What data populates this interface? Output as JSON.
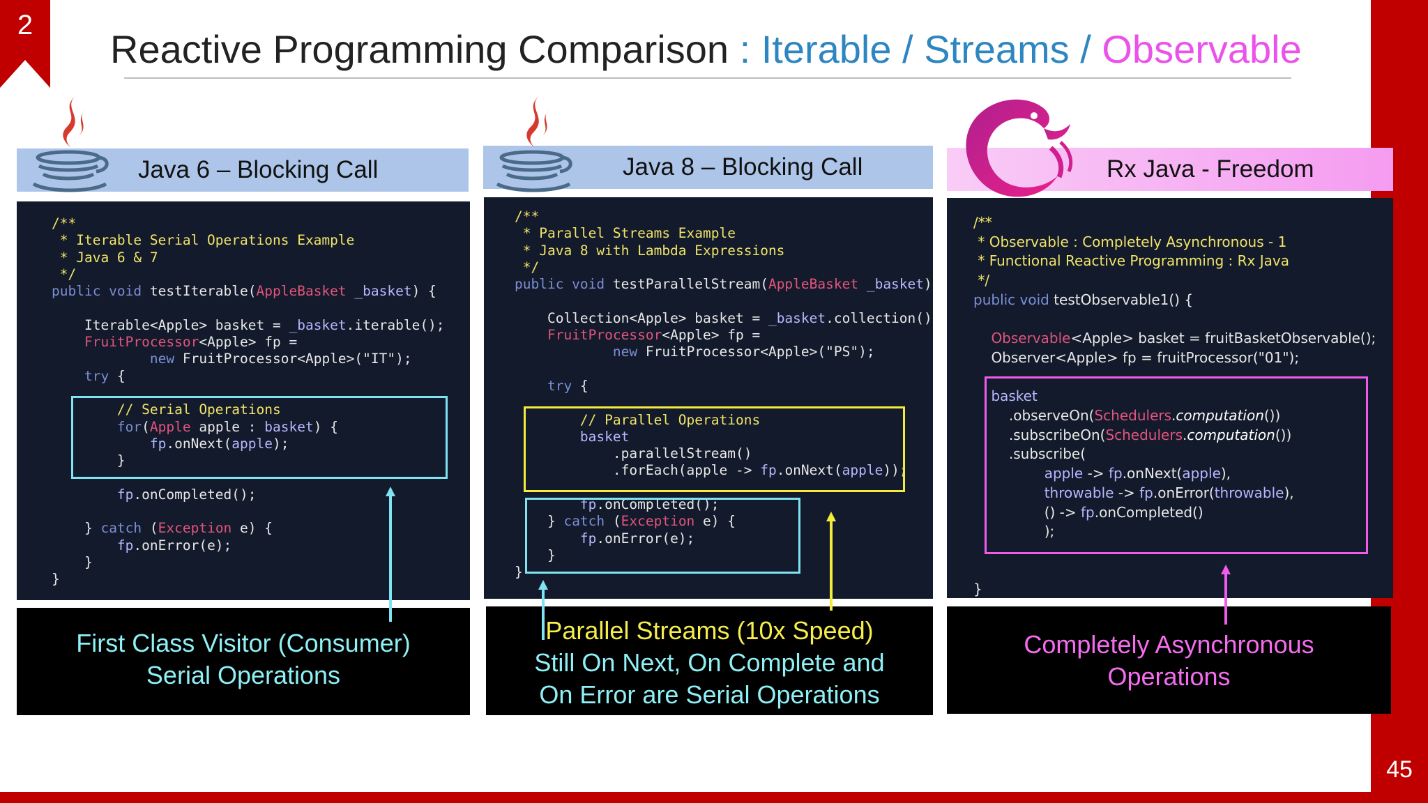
{
  "slide": {
    "section_number": "2",
    "page_number": "45"
  },
  "title": {
    "main": "Reactive Programming Comparison",
    "sep1": " : ",
    "iterable": "Iterable",
    "sep2": " / ",
    "streams": "Streams",
    "sep3": " / ",
    "observable": "Observable"
  },
  "columns": {
    "java6": {
      "header": "Java 6 – Blocking Call",
      "caption": [
        "First Class Visitor (Consumer)",
        "Serial Operations"
      ]
    },
    "java8": {
      "header": "Java 8 – Blocking Call",
      "caption": [
        "Parallel Streams (10x Speed)",
        "Still On Next, On Complete and",
        "On Error are Serial Operations"
      ]
    },
    "rx": {
      "header": "Rx Java - Freedom",
      "caption": [
        "Completely Asynchronous",
        "Operations"
      ]
    }
  },
  "code": {
    "java6": {
      "c1": "/**",
      "c2": " * Iterable Serial Operations Example",
      "c3": " * Java 6 & 7",
      "c4": " */",
      "l5_kw": "public void",
      "l5_fn": " testIterable(",
      "l5_ty": "AppleBasket",
      "l5_var": " _basket",
      "l5_end": ") {",
      "l6": "Iterable<Apple> basket = ",
      "l6_var": "_basket",
      "l6_end": ".iterable();",
      "l7_ty": "FruitProcessor",
      "l7_end": "<Apple> fp =",
      "l8_kw": "new",
      "l8_end": " FruitProcessor<Apple>(\"IT\");",
      "l9_kw": "try",
      "l9_end": " {",
      "l10": "// Serial Operations",
      "l11_kw": "for",
      "l11_p": "(",
      "l11_ty": "Apple",
      "l11_mid": " apple : ",
      "l11_var": "basket",
      "l11_end": ") {",
      "l12_var": "fp",
      "l12_mid": ".onNext(",
      "l12_var2": "apple",
      "l12_end": ");",
      "l13": "}",
      "l14_var": "fp",
      "l14_end": ".onCompleted();",
      "l15_a": "} ",
      "l15_kw": "catch",
      "l15_b": " (",
      "l15_ty": "Exception",
      "l15_c": " e) {",
      "l16_var": "fp",
      "l16_end": ".onError(e);",
      "l17": "}",
      "l18": "}"
    },
    "java8": {
      "c1": "/**",
      "c2": " * Parallel Streams Example",
      "c3": " * Java 8 with Lambda Expressions",
      "c4": " */",
      "l5_kw": "public void",
      "l5_fn": " testParallelStream(",
      "l5_ty": "AppleBasket",
      "l5_var": " _basket",
      "l5_end": ") {",
      "l6": "Collection<Apple> basket = ",
      "l6_var": "_basket",
      "l6_end": ".collection();",
      "l7_ty": "FruitProcessor",
      "l7_end": "<Apple> fp =",
      "l8_kw": "new",
      "l8_end": " FruitProcessor<Apple>(\"PS\");",
      "l9_kw": "try",
      "l9_end": " {",
      "l10": "// Parallel Operations",
      "l11_var": "basket",
      "l12": ".parallelStream()",
      "l13_a": ".forEach(apple -> ",
      "l13_var": "fp",
      "l13_b": ".onNext(",
      "l13_var2": "apple",
      "l13_end": "));",
      "l14_var": "fp",
      "l14_end": ".onCompleted();",
      "l15_a": "} ",
      "l15_kw": "catch",
      "l15_b": " (",
      "l15_ty": "Exception",
      "l15_c": " e) {",
      "l16_var": "fp",
      "l16_end": ".onError(e);",
      "l17": "}",
      "l18": "}"
    },
    "rx": {
      "c1": "/**",
      "c2": " * Observable : Completely Asynchronous - 1",
      "c3": " * Functional Reactive Programming : Rx Java",
      "c4": " */",
      "l5_kw": "public void",
      "l5_end": " testObservable1() {",
      "l6_ty": "Observable",
      "l6_end": "<Apple> basket = fruitBasketObservable();",
      "l7": "Observer<Apple> fp = fruitProcessor(\"01\");",
      "l8_var": "basket",
      "l9_a": ".observeOn(",
      "l9_sch": "Schedulers",
      "l9_dot": ".",
      "l9_it": "computation",
      "l9_end": "())",
      "l10_a": ".subscribeOn(",
      "l10_sch": "Schedulers",
      "l10_dot": ".",
      "l10_it": "computation",
      "l10_end": "())",
      "l11": ".subscribe(",
      "l12_var": "apple",
      "l12_a": " -> ",
      "l12_var2": "fp",
      "l12_b": ".onNext(",
      "l12_var3": "apple",
      "l12_end": "),",
      "l13_var": "throwable",
      "l13_a": " -> ",
      "l13_var2": "fp",
      "l13_b": ".onError(",
      "l13_var3": "throwable",
      "l13_end": "),",
      "l14_a": "() -> ",
      "l14_var": "fp",
      "l14_end": ".onCompleted()",
      "l15": ");",
      "l16": "}"
    }
  },
  "colors": {
    "brand_red": "#c00000",
    "title_blue": "#2e86c1",
    "title_magenta": "#ea52ea",
    "cyan": "#7fe3f2",
    "yellow": "#f3ec3c",
    "magenta": "#ef5bea"
  },
  "icons": {
    "java6_logo": "java-coffee-cup-icon",
    "java8_logo": "java-coffee-cup-icon",
    "rx_logo": "reactivex-eel-icon"
  }
}
